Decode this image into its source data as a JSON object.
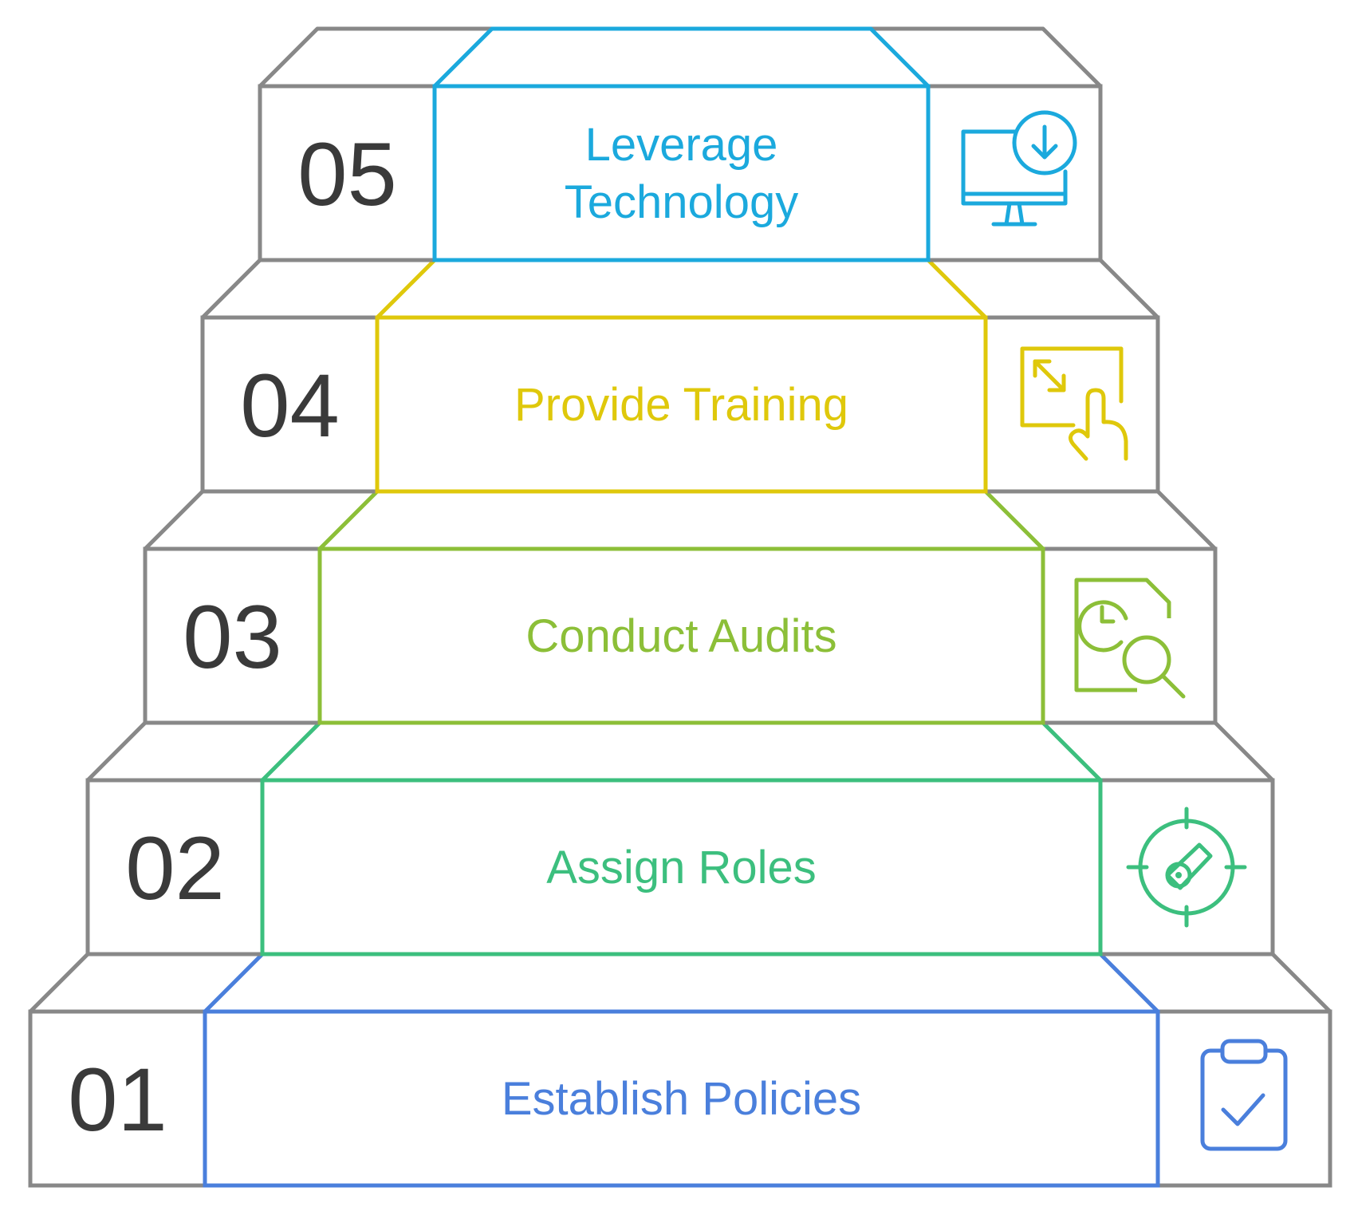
{
  "colors": {
    "frame": "#888888",
    "number": "#3a3a3a"
  },
  "steps": [
    {
      "number": "01",
      "label_lines": [
        "Establish Policies"
      ],
      "color": "#4a7fdc",
      "icon": "clipboard-check-icon"
    },
    {
      "number": "02",
      "label_lines": [
        "Assign Roles"
      ],
      "color": "#3cbf7e",
      "icon": "target-key-icon"
    },
    {
      "number": "03",
      "label_lines": [
        "Conduct Audits"
      ],
      "color": "#8cbf38",
      "icon": "document-clock-search-icon"
    },
    {
      "number": "04",
      "label_lines": [
        "Provide Training"
      ],
      "color": "#dfc80b",
      "icon": "screen-expand-touch-icon"
    },
    {
      "number": "05",
      "label_lines": [
        "Leverage",
        "Technology"
      ],
      "color": "#1ba9dd",
      "icon": "monitor-download-icon"
    }
  ]
}
